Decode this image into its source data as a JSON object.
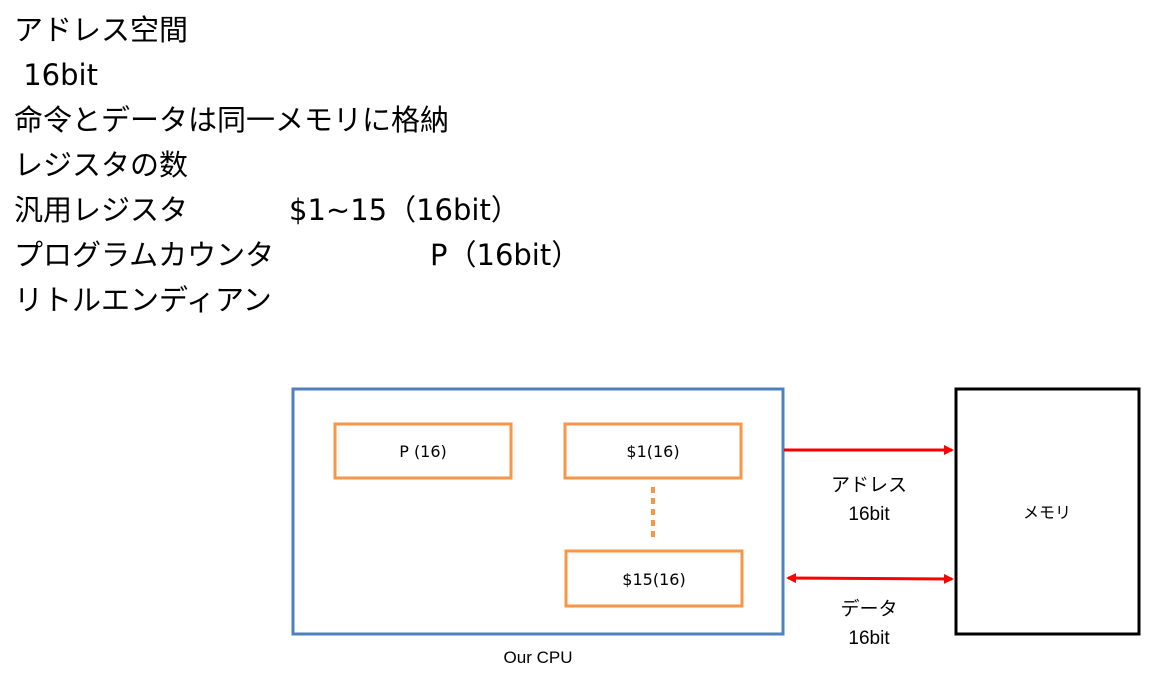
{
  "bullets": [
    {
      "text": "アドレス空間"
    },
    {
      "text": " 16bit"
    },
    {
      "text": "命令とデータは同一メモリに格納"
    },
    {
      "text": "レジスタの数"
    },
    {
      "text": "汎用レジスタ",
      "value": "$1~15（16bit）"
    },
    {
      "text": "プログラムカウンタ",
      "value": "P（16bit）"
    },
    {
      "text": "リトルエンディアン"
    }
  ],
  "diagram": {
    "cpu_label": "Our CPU",
    "registers": {
      "p": "P (16)",
      "r1": "$1(16)",
      "r15": "$15(16)"
    },
    "memory_label": "メモリ",
    "address_bus": {
      "label": "アドレス",
      "width": "16bit"
    },
    "data_bus": {
      "label": "データ",
      "width": "16bit"
    },
    "colors": {
      "cpu_border": "#4f81bd",
      "register_border": "#f79646",
      "arrow": "#ff0000",
      "memory_border": "#000000"
    }
  }
}
